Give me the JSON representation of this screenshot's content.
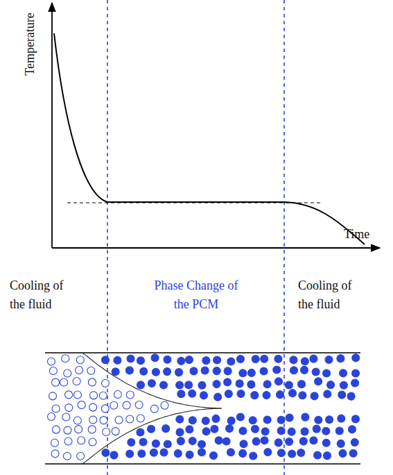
{
  "diagram": {
    "labels": [
      "Temperature",
      "Time",
      "Cooling of the fluid",
      "Phase Change of the PCM",
      "Cooling of the fluid"
    ]
  }
}
